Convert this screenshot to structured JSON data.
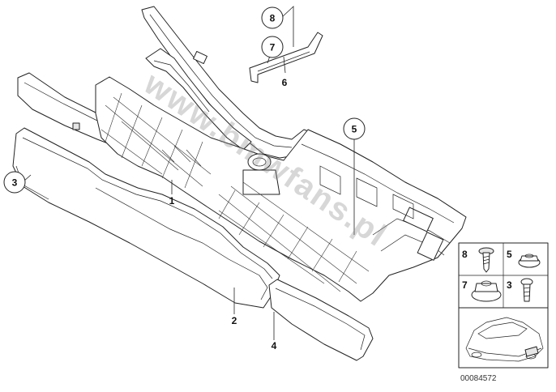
{
  "diagram": {
    "callouts": {
      "p1": "1",
      "p2": "2",
      "p3": "3",
      "p4": "4",
      "p5": "5",
      "p6": "6",
      "p7": "7",
      "p8": "8"
    },
    "legend": {
      "screw": "8",
      "nut_small": "5",
      "nut_large": "7",
      "clip": "3"
    },
    "watermark": "www.bmwfans.pl",
    "document_number": "00084572",
    "colors": {
      "line": "#222222",
      "shading": "#e6e6e6",
      "watermark": "#8c8c8c"
    }
  }
}
